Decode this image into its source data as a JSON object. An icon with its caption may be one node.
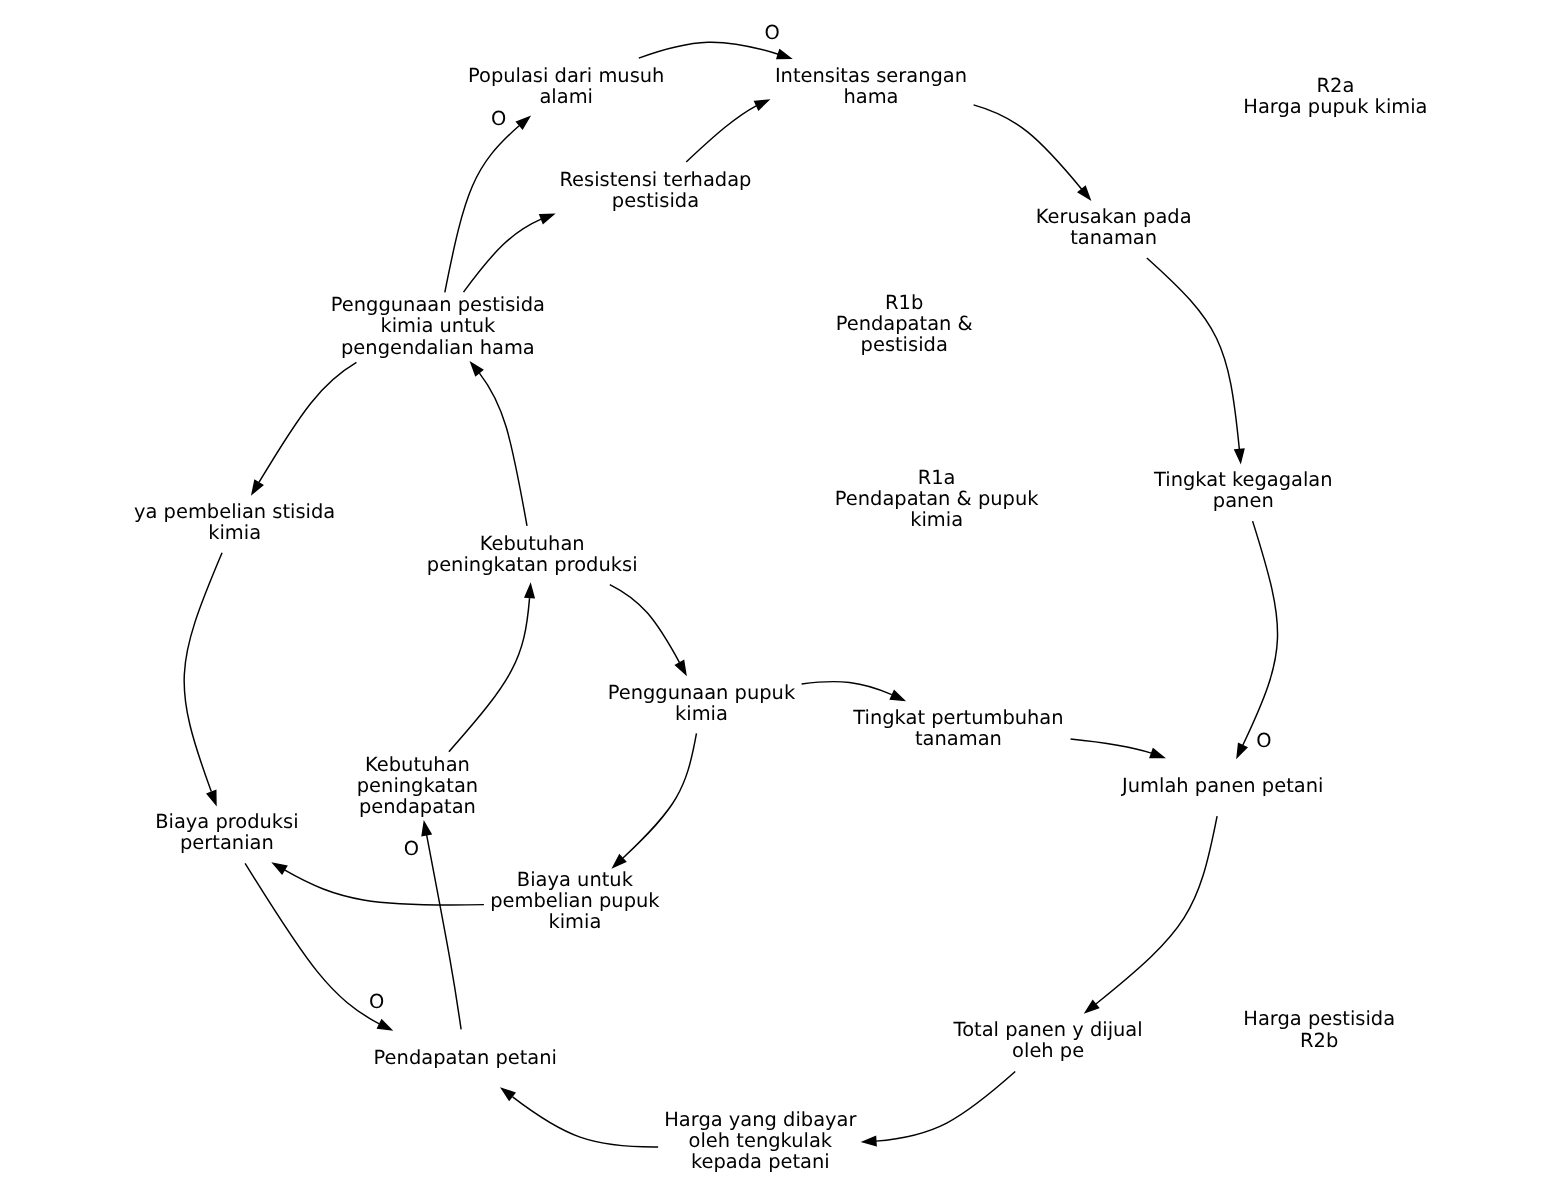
{
  "diagram": {
    "nodes": [
      {
        "text": [
          "Populasi dari musuh alami"
        ]
      },
      {
        "text": [
          "Intensitas serangan hama"
        ]
      },
      {
        "text": [
          "Kerusakan pada tanaman"
        ]
      },
      {
        "text": [
          "Resistensi terhadap pestisida"
        ]
      },
      {
        "text": [
          "Tingkat kegagalan panen"
        ]
      },
      {
        "text": [
          "Penggunaan pestisida kimia untuk pengendalian hama"
        ]
      },
      {
        "text": [
          "Tingkat pertumbuhan tanaman"
        ]
      },
      {
        "text": [
          "Penggunaan pupuk kimia"
        ]
      },
      {
        "text": [
          "Jumlah panen petani"
        ]
      },
      {
        "text": [
          "Kebutuhan peningkatan produksi"
        ]
      },
      {
        "text": [
          "Total panen y dijual oleh pe"
        ]
      },
      {
        "text": [
          "ya pembelian stisida kimia"
        ]
      },
      {
        "text": [
          "Biaya untuk pembelian pupuk kimia"
        ]
      },
      {
        "text": [
          "Kebutuhan peningkatan pendapatan"
        ]
      },
      {
        "text": [
          "Harga yang dibayar oleh tengkulak kepada petani"
        ]
      },
      {
        "text": [
          "Pendapatan petani"
        ]
      },
      {
        "text": [
          "Biaya produksi pertanian"
        ]
      }
    ],
    "edges": [
      {
        "from": 0,
        "to": 1,
        "arrow": "to",
        "label": "O"
      },
      {
        "from": 1,
        "to": 2,
        "arrow": "to"
      },
      {
        "from": 2,
        "to": 4,
        "arrow": "to"
      },
      {
        "from": 3,
        "to": 1,
        "arrow": "to"
      },
      {
        "from": 4,
        "to": 8,
        "arrow": "to",
        "label": "O"
      },
      {
        "from": 5,
        "to": 0,
        "arrow": "to",
        "label": "O"
      },
      {
        "from": 5,
        "to": 3,
        "arrow": "to"
      },
      {
        "from": 5,
        "to": 11,
        "arrow": "to"
      },
      {
        "from": 6,
        "to": 8,
        "arrow": "to"
      },
      {
        "from": 7,
        "to": 6,
        "arrow": "to"
      },
      {
        "from": 7,
        "to": 12,
        "arrow": "to"
      },
      {
        "from": 8,
        "to": 10,
        "arrow": "to"
      },
      {
        "from": 9,
        "to": 7,
        "arrow": "to"
      },
      {
        "from": 9,
        "to": 5,
        "arrow": "to"
      },
      {
        "from": 10,
        "to": 14,
        "arrow": "to"
      },
      {
        "from": 11,
        "to": 16,
        "arrow": "to"
      },
      {
        "from": 12,
        "to": 16,
        "arrow": "to"
      },
      {
        "from": 13,
        "to": 9,
        "arrow": "to"
      },
      {
        "from": 14,
        "to": 15,
        "arrow": "to"
      },
      {
        "from": 15,
        "to": 13,
        "arrow": "to",
        "label": "O"
      },
      {
        "from": 16,
        "to": 15,
        "arrow": "to",
        "label": "O"
      }
    ],
    "labels": [
      "R1b",
      "Pendapatan & pestisida",
      "R1a",
      "Pendapatan & pupuk kimia",
      "Harga pestisida",
      "R2b",
      "R2a",
      "Harga pupuk kimia"
    ]
  }
}
